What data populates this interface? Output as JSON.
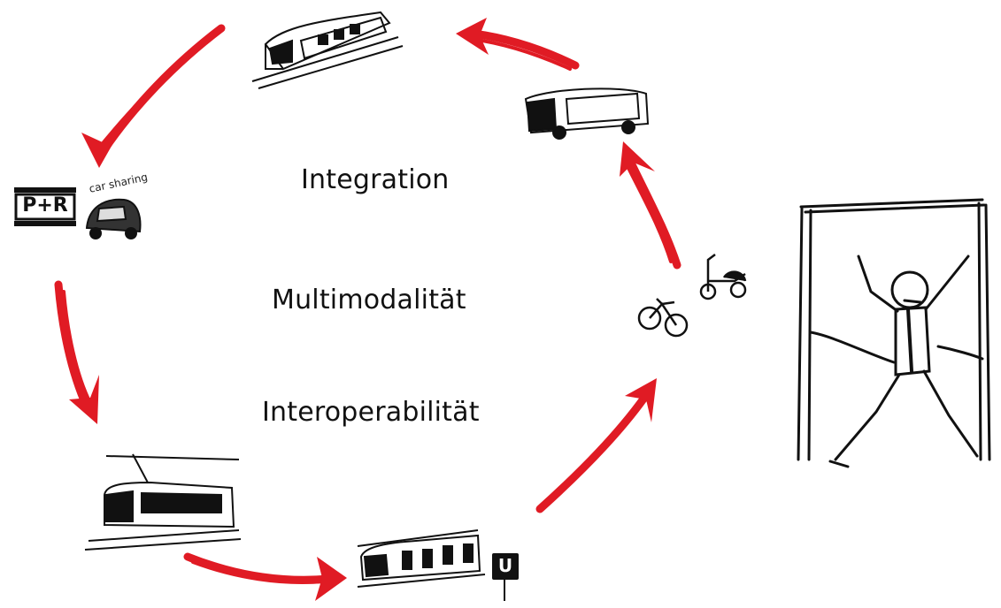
{
  "concepts": {
    "integration": "Integration",
    "multimodality": "Multimodalität",
    "interoperability": "Interoperabilität"
  },
  "signs": {
    "park_and_ride": "P+R",
    "carsharing": "car sharing",
    "ubahn": "U"
  },
  "colors": {
    "arrow": "#e01b24",
    "ink": "#111111"
  },
  "icons": [
    "train-icon",
    "bus-icon",
    "scooter-icon",
    "bicycle-icon",
    "subway-icon",
    "tram-icon",
    "car-icon",
    "person-breaking-through-icon"
  ]
}
